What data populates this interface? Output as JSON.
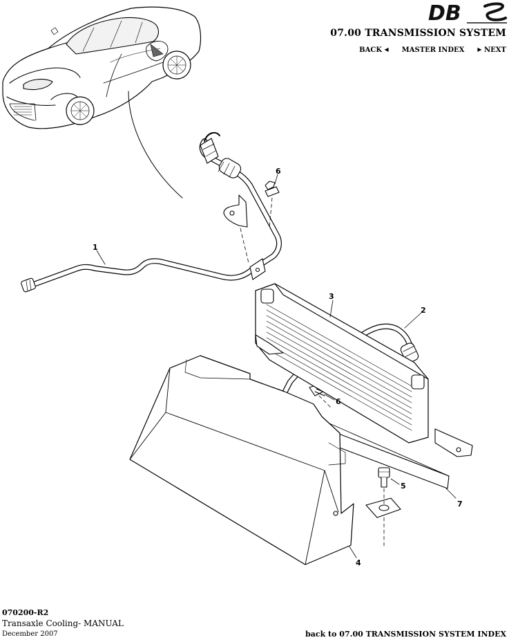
{
  "header": {
    "logo_text": "DBS",
    "section_title": "07.00 TRANSMISSION SYSTEM",
    "nav": {
      "back_label": "BACK",
      "master_index_label": "MASTER INDEX",
      "next_label": "NEXT"
    }
  },
  "callouts": [
    "1",
    "2",
    "3",
    "4",
    "5",
    "6",
    "6",
    "7"
  ],
  "footer": {
    "code": "070200-R2",
    "title": "Transaxle Cooling- MANUAL",
    "date": "December 2007",
    "back_link": "back to 07.00 TRANSMISSION SYSTEM INDEX"
  }
}
